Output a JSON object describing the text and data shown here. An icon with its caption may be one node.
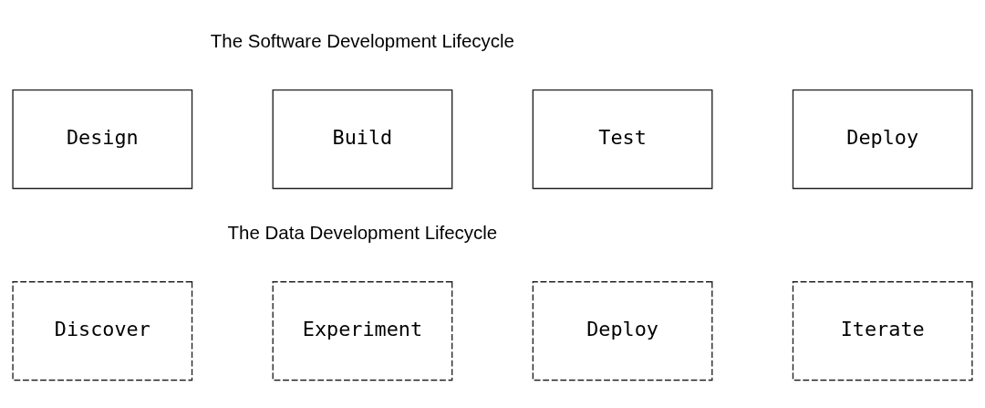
{
  "diagram": {
    "nodes": [
      {
        "text": [
          "Design"
        ]
      },
      {
        "text": [
          "Build"
        ]
      },
      {
        "text": [
          "Test"
        ]
      },
      {
        "text": [
          "Deploy"
        ]
      },
      {
        "text": [
          "Discover"
        ]
      },
      {
        "text": [
          "Experiment"
        ]
      },
      {
        "text": [
          "Deploy"
        ]
      },
      {
        "text": [
          "Iterate"
        ]
      }
    ],
    "labels": [
      "The Software Development Lifecycle",
      "The Data Development Lifecycle"
    ]
  }
}
